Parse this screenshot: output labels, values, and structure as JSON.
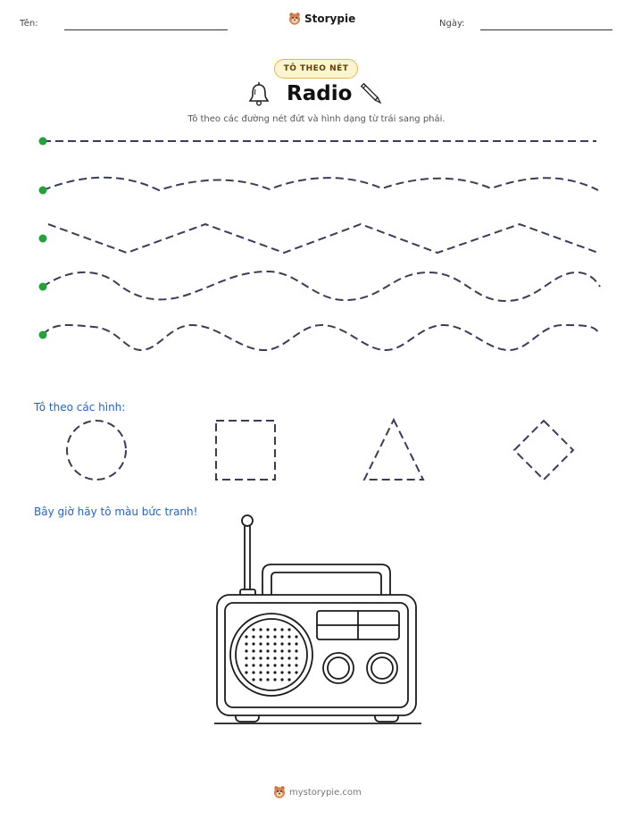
{
  "header": {
    "name_label": "Tên:",
    "date_label": "Ngày:",
    "brand_name": "Storypie",
    "brand_icon": "storypie-mascot-icon"
  },
  "title_block": {
    "badge": "TÔ THEO NÉT",
    "title": "Radio",
    "left_icon": "bell-icon",
    "right_icon": "pencil-icon",
    "instructions": "Tô theo các đường nét đứt và hình dạng từ trái sang phải."
  },
  "tracing_lines": [
    {
      "kind": "straight"
    },
    {
      "kind": "gentle-wave"
    },
    {
      "kind": "zigzag"
    },
    {
      "kind": "wave"
    },
    {
      "kind": "deep-wave"
    }
  ],
  "shapes": {
    "heading": "Tô theo các hình:",
    "items": [
      "circle",
      "square",
      "triangle",
      "diamond"
    ]
  },
  "coloring": {
    "heading": "Bây giờ hãy tô màu bức tranh!",
    "picture": "radio"
  },
  "footer": {
    "text": "mystorypie.com",
    "icon": "storypie-mascot-icon"
  },
  "colors": {
    "dash": "#3b3d58",
    "start_dot": "#22a23a",
    "heading_blue": "#2463c9",
    "badge_fill": "#fff4cf",
    "badge_border": "#e1b84a"
  }
}
